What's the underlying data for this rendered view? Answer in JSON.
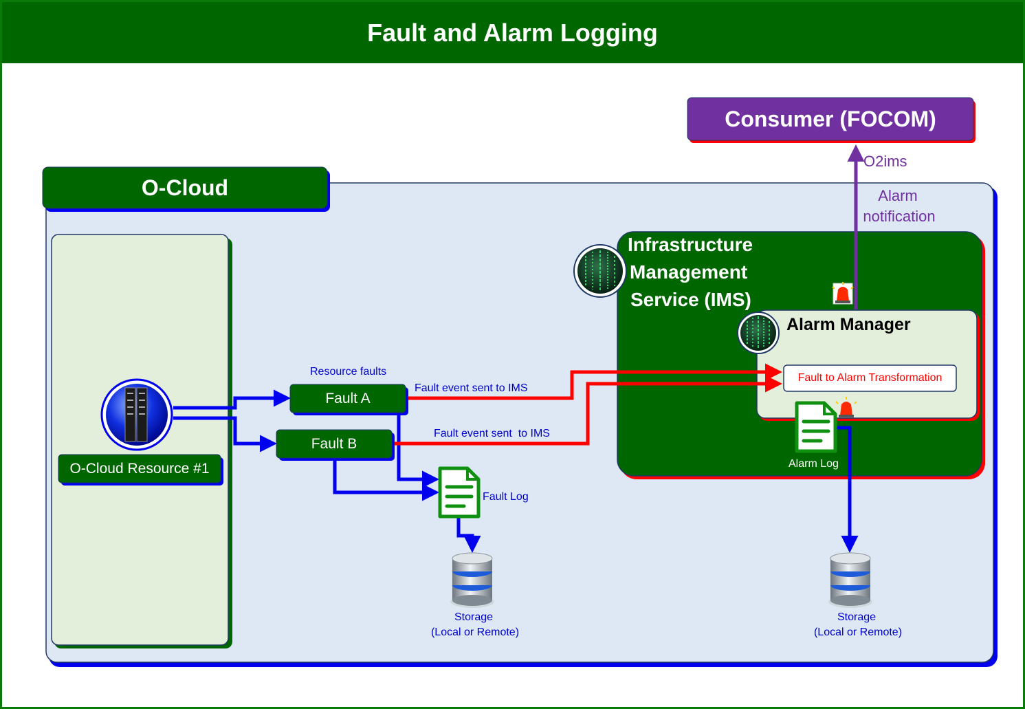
{
  "title": "Fault and Alarm Logging",
  "consumer": {
    "label": "Consumer (FOCOM)"
  },
  "interface": {
    "name": "O2ims",
    "message_line1": "Alarm",
    "message_line2": "notification"
  },
  "ocloud": {
    "label": "O-Cloud"
  },
  "resource": {
    "label": "O-Cloud Resource #1"
  },
  "faults": {
    "caption": "Resource faults",
    "a": "Fault A",
    "b": "Fault B"
  },
  "events": {
    "a": "Fault event sent to IMS",
    "b": "Fault event sent  to IMS"
  },
  "ims": {
    "line1": "Infrastructure",
    "line2": "Management",
    "line3": "Service (IMS)"
  },
  "alarm_manager": {
    "label": "Alarm Manager",
    "transform": "Fault to Alarm Transformation"
  },
  "logs": {
    "fault": "Fault Log",
    "alarm": "Alarm Log"
  },
  "storage_left": {
    "line1": "Storage",
    "line2": "(Local or Remote)"
  },
  "storage_right": {
    "line1": "Storage",
    "line2": "(Local or Remote)"
  },
  "colors": {
    "green": "#006600",
    "purple": "#7030a0",
    "blue": "#0000ee",
    "red": "#ff0000",
    "ocloud_bg": "#dde8f4"
  }
}
